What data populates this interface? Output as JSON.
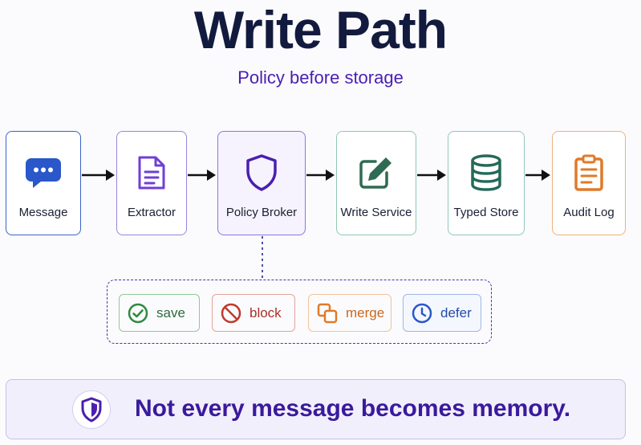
{
  "header": {
    "title": "Write Path",
    "subtitle": "Policy before storage"
  },
  "pipeline": [
    {
      "label": "Message",
      "icon": "chat-bubble-icon",
      "color": "#2a57c9"
    },
    {
      "label": "Extractor",
      "icon": "document-icon",
      "color": "#6f3fd6"
    },
    {
      "label": "Policy Broker",
      "icon": "shield-icon",
      "color": "#4a1fb0"
    },
    {
      "label": "Write Service",
      "icon": "edit-icon",
      "color": "#2f6b52"
    },
    {
      "label": "Typed Store",
      "icon": "database-icon",
      "color": "#256a5a"
    },
    {
      "label": "Audit Log",
      "icon": "clipboard-icon",
      "color": "#e07a2a"
    }
  ],
  "decisions": [
    {
      "label": "save",
      "icon": "check-circle-icon",
      "color": "#2e8a3e"
    },
    {
      "label": "block",
      "icon": "block-icon",
      "color": "#c0392b"
    },
    {
      "label": "merge",
      "icon": "merge-icon",
      "color": "#e07a2a"
    },
    {
      "label": "defer",
      "icon": "clock-icon",
      "color": "#2a57c9"
    }
  ],
  "banner": {
    "text": "Not every message becomes memory.",
    "icon": "shield-icon"
  }
}
